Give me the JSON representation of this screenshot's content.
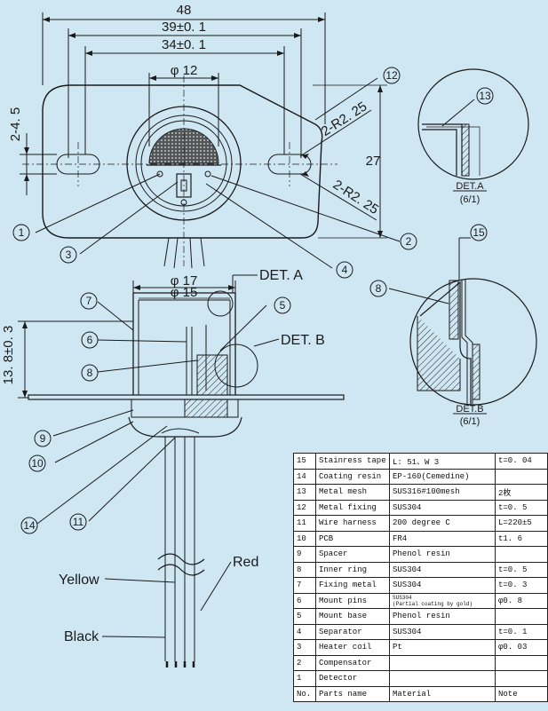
{
  "dimensions": {
    "width_48": "48",
    "width_39": "39±0. 1",
    "width_34": "34±0. 1",
    "dia_12": "φ 12",
    "height_2_4_5": "2-4. 5",
    "radius_top": "2-R2. 25",
    "radius_bottom": "2-R2. 25",
    "height_27": "27",
    "dia_17": "φ 17",
    "dia_15": "φ 15",
    "height_13_8": "13. 8±0. 3"
  },
  "callouts": {
    "top": [
      "12",
      "1",
      "3",
      "4",
      "2"
    ],
    "side": [
      "7",
      "5",
      "6",
      "8",
      "9",
      "10",
      "14",
      "11"
    ],
    "detail": [
      "13",
      "15",
      "8"
    ]
  },
  "details": {
    "a_ref": "DET. A",
    "b_ref": "DET. B",
    "a_label": "DET.A",
    "a_scale": "(6/1)",
    "b_label": "DET.B",
    "b_scale": "(6/1)"
  },
  "wires": {
    "yellow": "Yellow",
    "red": "Red",
    "black": "Black"
  },
  "parts_table": {
    "rows": [
      {
        "no": "15",
        "name": "Stainress tape",
        "material": "L: 51、W 3",
        "material_sub": "",
        "note": "t=0. 04"
      },
      {
        "no": "14",
        "name": "Coating resin",
        "material": "EP-160(Cemedine)",
        "material_sub": "",
        "note": ""
      },
      {
        "no": "13",
        "name": "Metal mesh",
        "material": "SUS316#100mesh",
        "material_sub": "",
        "note": "2枚"
      },
      {
        "no": "12",
        "name": "Metal fixing",
        "material": "SUS304",
        "material_sub": "",
        "note": "t=0. 5"
      },
      {
        "no": "11",
        "name": "Wire harness",
        "material": "200 degree C",
        "material_sub": "",
        "note": "L=220±5"
      },
      {
        "no": "10",
        "name": "PCB",
        "material": "FR4",
        "material_sub": "",
        "note": "t1. 6"
      },
      {
        "no": "9",
        "name": "Spacer",
        "material": "Phenol resin",
        "material_sub": "",
        "note": ""
      },
      {
        "no": "8",
        "name": "Inner ring",
        "material": "SUS304",
        "material_sub": "",
        "note": "t=0. 5"
      },
      {
        "no": "7",
        "name": "Fixing metal",
        "material": "SUS304",
        "material_sub": "",
        "note": "t=0. 3"
      },
      {
        "no": "6",
        "name": "Mount pins",
        "material": "SUS304",
        "material_sub": "(Partial coating by gold)",
        "note": "φ0. 8"
      },
      {
        "no": "5",
        "name": "Mount base",
        "material": "Phenol resin",
        "material_sub": "",
        "note": ""
      },
      {
        "no": "4",
        "name": "Separator",
        "material": "SUS304",
        "material_sub": "",
        "note": "t=0. 1"
      },
      {
        "no": "3",
        "name": "Heater coil",
        "material": "Pt",
        "material_sub": "",
        "note": "φ0. 03"
      },
      {
        "no": "2",
        "name": "Compensator",
        "material": "",
        "material_sub": "",
        "note": ""
      },
      {
        "no": "1",
        "name": "Detector",
        "material": "",
        "material_sub": "",
        "note": ""
      }
    ],
    "header": {
      "no": "No.",
      "name": "Parts name",
      "material": "Material",
      "note": "Note"
    }
  }
}
